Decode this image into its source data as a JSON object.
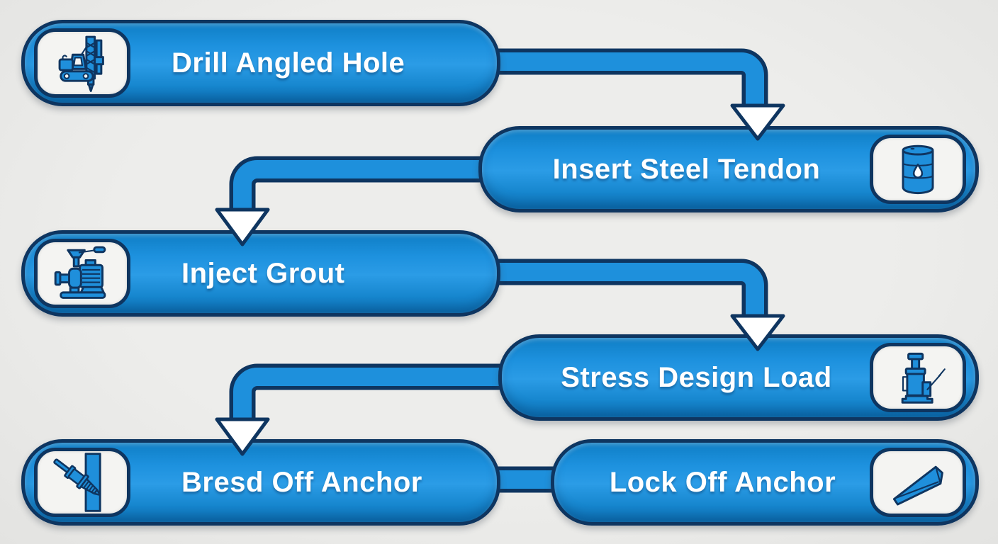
{
  "diagram": {
    "title": "",
    "type": "process-flowchart",
    "background_color": "#eaeae8",
    "palette": {
      "box_blue_top": "#0f7ec5",
      "box_blue_mid": "#2b9ce6",
      "box_blue_bottom": "#0d72b6",
      "outline_navy": "#0e3560",
      "pipe_blue": "#1e90dc",
      "icon_blue": "#1f8fdb",
      "icon_panel_white": "#f4f4f2",
      "arrowhead_white": "#ffffff",
      "label_white": "#ffffff"
    }
  },
  "flowchart": {
    "steps": [
      {
        "id": "step-1",
        "label": "Drill Angled Hole",
        "icon": "drill-rig-icon",
        "icon_side": "left"
      },
      {
        "id": "step-2",
        "label": "Insert Steel Tendon",
        "icon": "drum-icon",
        "icon_side": "right"
      },
      {
        "id": "step-3",
        "label": "Inject Grout",
        "icon": "grout-pump-icon",
        "icon_side": "left"
      },
      {
        "id": "step-4",
        "label": "Stress Design Load",
        "icon": "bottle-jack-icon",
        "icon_side": "right"
      },
      {
        "id": "step-5",
        "label": "Bresd Off Anchor",
        "icon": "anchor-drill-icon",
        "icon_side": "left"
      },
      {
        "id": "step-6",
        "label": "Lock Off Anchor",
        "icon": "wedge-icon",
        "icon_side": "right"
      }
    ],
    "connections": [
      {
        "from": "Drill Angled Hole",
        "to": "Insert Steel Tendon",
        "style": "elbow-down-arrow"
      },
      {
        "from": "Insert Steel Tendon",
        "to": "Inject Grout",
        "style": "elbow-down-arrow"
      },
      {
        "from": "Inject Grout",
        "to": "Stress Design Load",
        "style": "elbow-down-arrow"
      },
      {
        "from": "Stress Design Load",
        "to": "Bresd Off Anchor",
        "style": "elbow-down-arrow"
      },
      {
        "from": "Bresd Off Anchor",
        "to": "Lock Off Anchor",
        "style": "straight-bar"
      }
    ]
  }
}
